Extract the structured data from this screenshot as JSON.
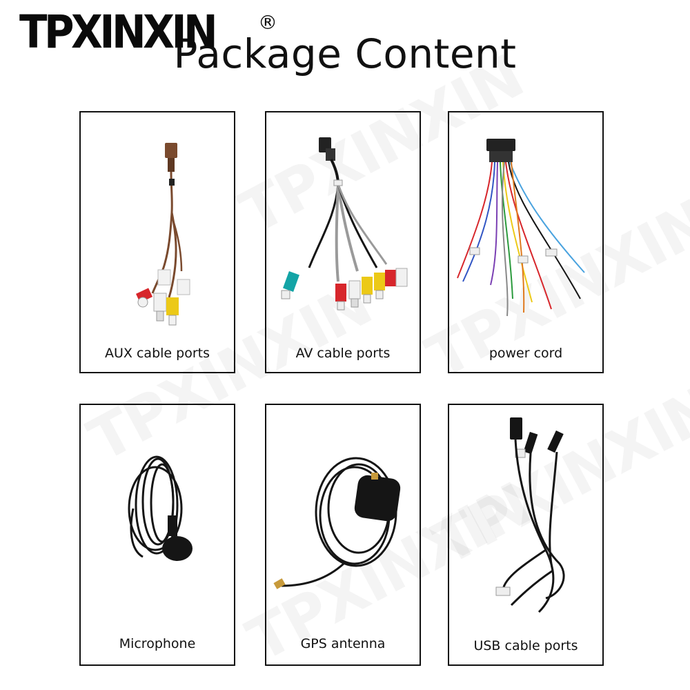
{
  "brand": {
    "logo_text": "TPXINXIN",
    "registered_mark": "®"
  },
  "title": "Package Content",
  "items": [
    {
      "label": "AUX cable ports"
    },
    {
      "label": "AV cable ports"
    },
    {
      "label": "power cord"
    },
    {
      "label": "Microphone"
    },
    {
      "label": "GPS antenna"
    },
    {
      "label": "USB cable ports"
    }
  ],
  "colors": {
    "brown_cable": "#7a4a2e",
    "rca_red": "#d7262b",
    "rca_white": "#f1f1f1",
    "rca_yellow": "#ecc917",
    "rca_teal": "#13a4a6",
    "grey_cable": "#9a9a9a",
    "black_cable": "#151515"
  }
}
